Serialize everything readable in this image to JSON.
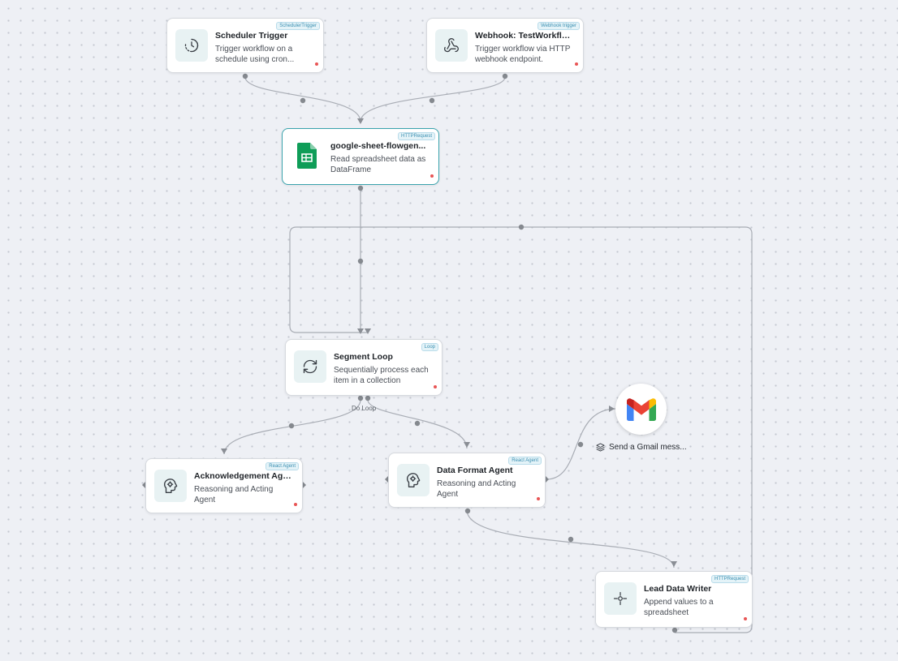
{
  "nodes": {
    "scheduler": {
      "badge": "SchedulerTrigger",
      "title": "Scheduler Trigger",
      "desc": "Trigger workflow on a schedule using cron...",
      "icon": "clock-icon"
    },
    "webhook": {
      "badge": "Webhook trigger",
      "title": "Webhook: TestWorkflow",
      "desc": "Trigger workflow via HTTP webhook endpoint.",
      "icon": "webhook-icon"
    },
    "gsheet": {
      "badge": "HTTPRequest",
      "title": "google-sheet-flowgen...",
      "desc": "Read spreadsheet data as DataFrame",
      "icon": "google-sheets-icon"
    },
    "loop": {
      "badge": "Loop",
      "title": "Segment Loop",
      "desc": "Sequentially process each item in a collection",
      "icon": "refresh-icon",
      "port_label": "Do Loop"
    },
    "ack": {
      "badge": "React Agent",
      "title": "Acknowledgement Age...",
      "desc": "Reasoning and Acting Agent",
      "icon": "brain-icon"
    },
    "format": {
      "badge": "React Agent",
      "title": "Data Format Agent",
      "desc": "Reasoning and Acting Agent",
      "icon": "brain-icon"
    },
    "writer": {
      "badge": "HTTPRequest",
      "title": "Lead Data Writer",
      "desc": "Append values to a spreadsheet",
      "icon": "crosshair-icon"
    },
    "gmail": {
      "label": "Send a Gmail mess...",
      "icon": "gmail-icon",
      "label_icon": "layers-icon"
    }
  },
  "colors": {
    "canvas": "#eef0f5",
    "accent": "#3aa3ad",
    "badge_text": "#3b8fb1",
    "status_dot": "#e85555",
    "gmail_red": "#ea4335",
    "sheets_green": "#0f9d58"
  }
}
